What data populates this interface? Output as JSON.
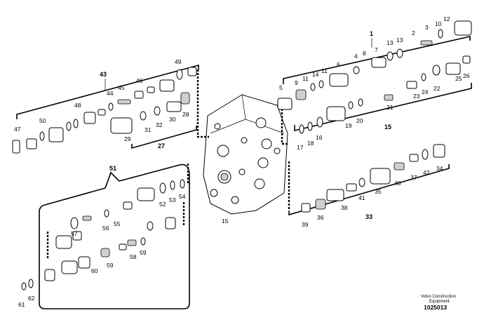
{
  "diagram": {
    "labels": {
      "n1": "1",
      "n2": "2",
      "n3": "3",
      "n4": "4",
      "n5": "5",
      "n6": "6",
      "n7": "7",
      "n8": "8",
      "n9": "9",
      "n10": "10",
      "n11": "11",
      "n12": "12",
      "n13": "13",
      "n14": "14",
      "n15a": "15",
      "n15b": "15",
      "n16": "16",
      "n17": "17",
      "n18": "18",
      "n19": "19",
      "n20": "20",
      "n21": "21",
      "n22": "22",
      "n23": "23",
      "n24": "24",
      "n25": "25",
      "n26": "26",
      "n27": "27",
      "n28": "28",
      "n29": "29",
      "n30": "30",
      "n31": "31",
      "n32": "32",
      "n33": "33",
      "n34": "34",
      "n35": "35",
      "n36": "36",
      "n37": "37",
      "n38": "38",
      "n39": "39",
      "n40": "40",
      "n41": "41",
      "n42": "42",
      "n43": "43",
      "n44": "44",
      "n45": "45",
      "n46": "46",
      "n47": "47",
      "n48": "48",
      "n49": "49",
      "n50": "50",
      "n51": "51",
      "n52": "52",
      "n53": "53",
      "n54": "54",
      "n55": "55",
      "n56": "56",
      "n57": "57",
      "n58": "58",
      "n59a": "59",
      "n59b": "59",
      "n60": "60",
      "n61": "61",
      "n62": "62"
    },
    "footer": {
      "brand_line1": "Volvo Construction",
      "brand_line2": "Equipment",
      "doc_number": "1025013"
    }
  }
}
